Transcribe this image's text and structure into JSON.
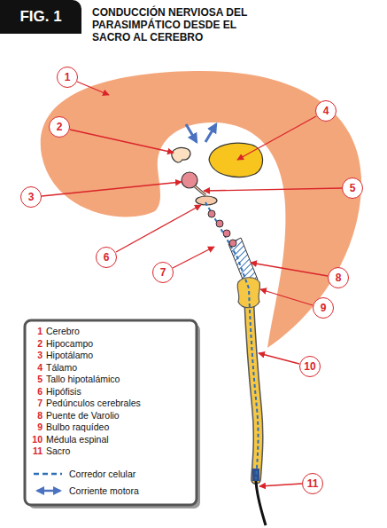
{
  "diagram": {
    "title": "CONDUCCIÓN NERVIOSA DEL PARASIMPÁTICO DESDE EL SACRO AL CEREBRO",
    "nodes": [
      {
        "text": [
          "FIG. 1"
        ]
      },
      {
        "text": [
          "1"
        ]
      },
      {
        "text": [
          "2"
        ]
      },
      {
        "text": [
          "3"
        ]
      },
      {
        "text": [
          "4"
        ]
      },
      {
        "text": [
          "5"
        ]
      },
      {
        "text": [
          "6"
        ]
      },
      {
        "text": [
          "7"
        ]
      },
      {
        "text": [
          "8"
        ]
      },
      {
        "text": [
          "9"
        ]
      },
      {
        "text": [
          "10"
        ]
      },
      {
        "text": [
          "11"
        ]
      }
    ],
    "labels": [
      "1",
      "Cerebro",
      "2",
      "Hipocampo",
      "3",
      "Hipotálamo",
      "4",
      "Tálamo",
      "5",
      "Tallo hipotalámico",
      "6",
      "Hipófisis",
      "7",
      "Pedúnculos cerebrales",
      "8",
      "Puente de Varolio",
      "9",
      "Bulbo raquídeo",
      "10",
      "Médula espinal",
      "11",
      "Sacro"
    ],
    "legend": [
      {
        "text": "Corredor celular"
      },
      {
        "text": "Corriente motora"
      }
    ]
  }
}
